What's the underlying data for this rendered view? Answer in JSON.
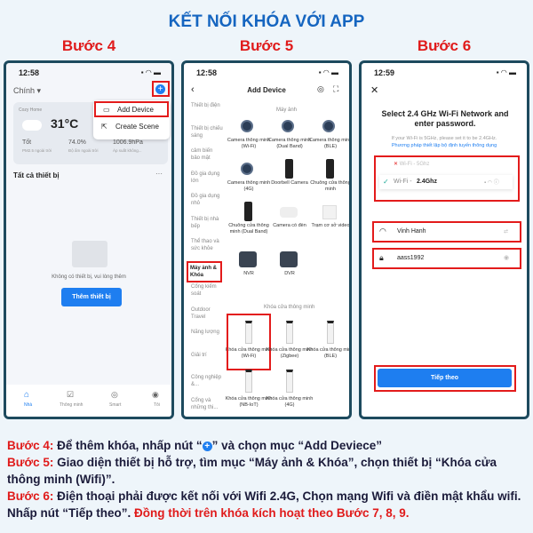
{
  "title": "KẾT NỐI KHÓA VỚI APP",
  "steps": [
    "Bước 4",
    "Bước 5",
    "Bước 6"
  ],
  "p4": {
    "time": "12:58",
    "home": "Chính ▾",
    "home_name": "Cozy Home",
    "temp": "31°C",
    "stats": [
      {
        "v": "Tốt",
        "l": "PM2.5 ngoài trời"
      },
      {
        "v": "74.0%",
        "l": "Độ ẩm ngoài trời"
      },
      {
        "v": "1006.9hPa",
        "l": "Áp suất không..."
      }
    ],
    "menu": [
      "Add Device",
      "Create Scene"
    ],
    "all": "Tất cả thiết bị",
    "more": "···",
    "empty": "Không có thiết bị, vui lòng thêm",
    "add_btn": "Thêm thiết bị",
    "tabs": [
      "Nhà",
      "Thông minh",
      "Smart",
      "Tôi"
    ]
  },
  "p5": {
    "time": "12:58",
    "title": "Add Device",
    "cats": [
      "Thiết bị điện",
      "Thiết bị chiếu sáng",
      "cảm biến bảo mật",
      "Đồ gia dụng lớn",
      "Đồ gia dụng nhỏ",
      "Thiết bị nhà bếp",
      "Thể thao và sức khỏe",
      "Máy ảnh & Khóa",
      "Cổng kiểm soát",
      "Outdoor Travel",
      "Năng lượng",
      "Giải trí",
      "Công nghiệp &...",
      "Cổng và những thi..."
    ],
    "sec1": "Máy ảnh",
    "devs": [
      "Camera thông minh (Wi-Fi)",
      "Camera thông minh (Dual Band)",
      "Camera thông minh (BLE)",
      "Camera thông minh (4G)",
      "Doorbell Camera",
      "Chuông cửa thông minh",
      "Chuông cửa thông minh (Dual Band)",
      "Camera có đèn",
      "Trạm cơ sở video",
      "NVR",
      "DVR"
    ],
    "sec2": "Khóa cửa thông minh",
    "locks": [
      "Khóa cửa thông minh (Wi-Fi)",
      "Khóa cửa thông minh (Zigbee)",
      "Khóa cửa thông minh (BLE)",
      "Khóa cửa thông minh (NB-IoT)",
      "Khóa cửa thông minh (4G)"
    ]
  },
  "p6": {
    "time": "12:59",
    "close": "✕",
    "heading": "Select 2.4 GHz Wi-Fi Network and enter password.",
    "hint": "If your Wi-Fi is 5GHz, please set it to be 2.4GHz.",
    "link": "Phương pháp thiết lập bộ định tuyến thông dụng",
    "w5": "Wi-Fi - 5Ghz",
    "w24a": "Wi-Fi - ",
    "w24b": "2.4Ghz",
    "ssid": "Vinh Hanh",
    "pwd": "aass1992",
    "next": "Tiếp theo"
  },
  "text": {
    "s4l": "Bước 4:",
    "s4a": " Để thêm khóa, nhấp nút “",
    "s4b": "” và chọn mục “Add Deviece”",
    "s5l": "Bước 5:",
    "s5": " Giao diện thiết bị hỗ trợ, tìm mục “Máy ảnh & Khóa”, chọn thiết bị “Khóa cửa thông minh (Wifi)”.",
    "s6l": "Bước 6:",
    "s6": " Điện thoại phải được kết nối với Wifi 2.4G, Chọn mạng Wifi và điền mật khẩu wifi. Nhấp nút “Tiếp theo”. ",
    "s6r": "Đồng thời trên khóa kích hoạt theo Bước 7, 8, 9."
  }
}
